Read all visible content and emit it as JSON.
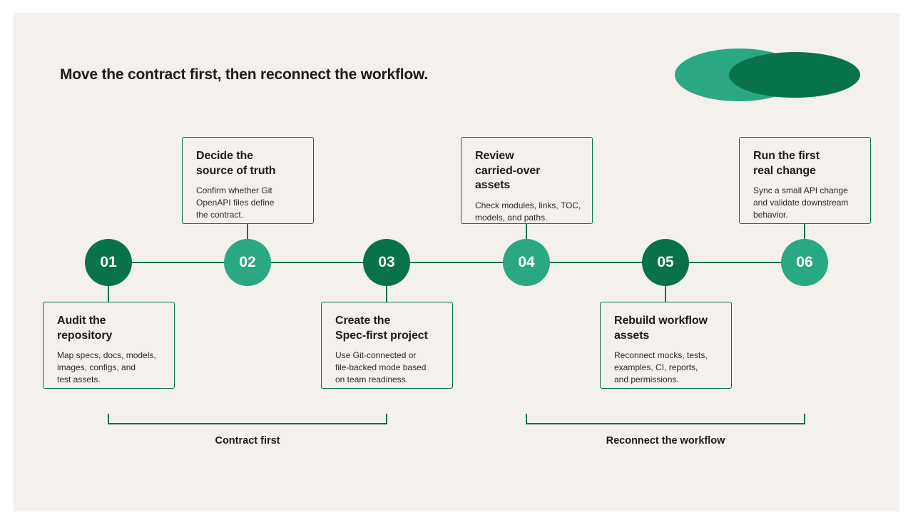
{
  "title": "Move the contract first, then reconnect the workflow.",
  "colors": {
    "background": "#f4f1ed",
    "dark_green": "#08734b",
    "light_green": "#2aa883",
    "text": "#1c1c1c"
  },
  "steps": [
    {
      "number": "01",
      "title": "Audit the\nrepository",
      "description": "Map specs, docs, models,\nimages, configs, and\ntest assets."
    },
    {
      "number": "02",
      "title": "Decide the\nsource of truth",
      "description": "Confirm whether Git\nOpenAPI files define\nthe contract."
    },
    {
      "number": "03",
      "title": "Create the\nSpec-first project",
      "description": "Use Git-connected or\nfile-backed mode based\non team readiness."
    },
    {
      "number": "04",
      "title": "Review\ncarried-over\nassets",
      "description": "Check modules, links, TOC,\nmodels, and paths."
    },
    {
      "number": "05",
      "title": "Rebuild workflow\nassets",
      "description": "Reconnect mocks, tests,\nexamples, CI, reports,\nand permissions."
    },
    {
      "number": "06",
      "title": "Run the first\nreal change",
      "description": "Sync a small API change\nand validate downstream\nbehavior."
    }
  ],
  "phases": [
    {
      "label": "Contract first"
    },
    {
      "label": "Reconnect the workflow"
    }
  ]
}
